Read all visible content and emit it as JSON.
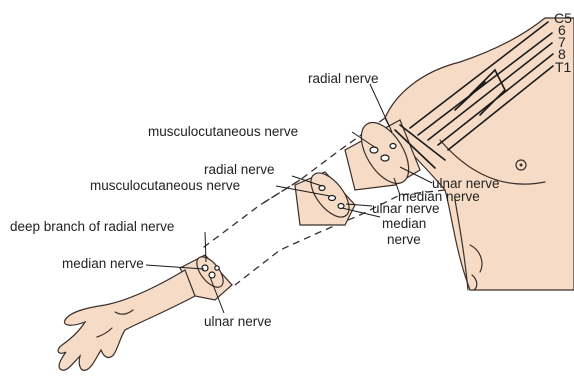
{
  "roots": [
    "C5",
    "6",
    "7",
    "8",
    "T1"
  ],
  "labels": {
    "radial_nerve_top": "radial nerve",
    "musculocutaneous_upper": "musculocutaneous nerve",
    "ulnar_nerve_upper": "ulnar nerve",
    "median_nerve_upper": "median nerve",
    "radial_nerve_mid": "radial nerve",
    "musculocutaneous_mid": "musculocutaneous nerve",
    "ulnar_nerve_mid": "ulnar nerve",
    "median_nerve_mid_line1": "median",
    "median_nerve_mid_line2": "nerve",
    "deep_branch_radial": "deep branch of radial nerve",
    "median_nerve_wrist": "median nerve",
    "ulnar_nerve_wrist": "ulnar nerve"
  },
  "colors": {
    "skin": "#f6dcc6",
    "outline": "#3a2f2a",
    "text": "#222222"
  }
}
